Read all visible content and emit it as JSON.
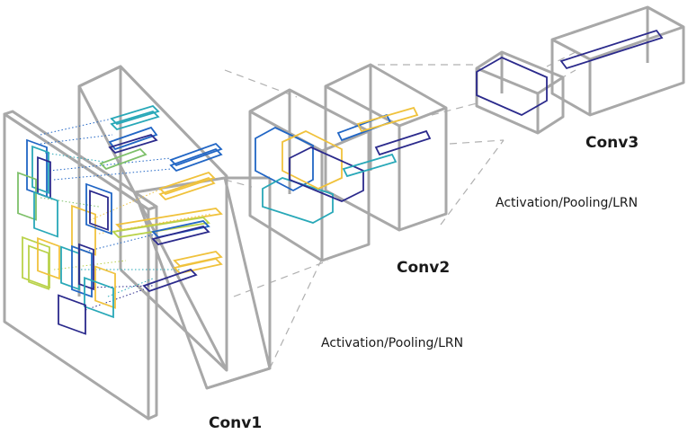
{
  "labels": {
    "conv1": "Conv1",
    "conv2": "Conv2",
    "conv3": "Conv3",
    "activation_1": "Activation/Pooling/LRN",
    "activation_2": "Activation/Pooling/LRN"
  },
  "colors": {
    "frame": "#a8a8a8",
    "navy": "#2b2a8c",
    "blue": "#2166c5",
    "teal": "#28a8b8",
    "green": "#7ec06a",
    "yellow": "#f0c23c",
    "lime": "#b9d24a"
  }
}
